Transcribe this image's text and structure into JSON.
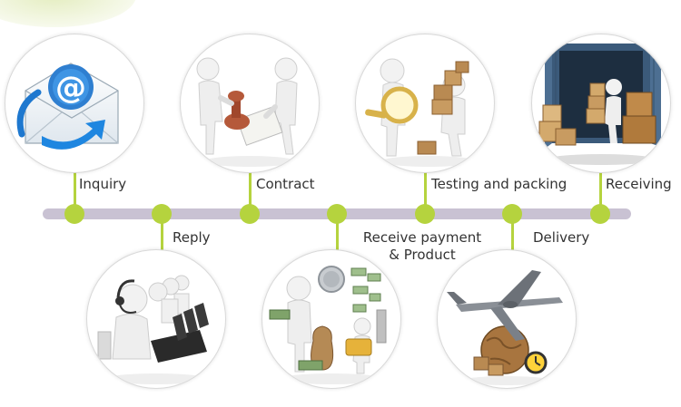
{
  "steps": [
    {
      "id": "inquiry",
      "label": "Inquiry",
      "icon": "email-icon"
    },
    {
      "id": "reply",
      "label": "Reply",
      "icon": "call-center-icon"
    },
    {
      "id": "contract",
      "label": "Contract",
      "icon": "contract-stamp-icon"
    },
    {
      "id": "payment",
      "label_line1": "Receive payment",
      "label_line2": "& Product",
      "icon": "money-icon"
    },
    {
      "id": "testing",
      "label": "Testing and packing",
      "icon": "magnifier-packing-icon"
    },
    {
      "id": "delivery",
      "label": "Delivery",
      "icon": "airplane-globe-icon"
    },
    {
      "id": "receiving",
      "label": "Receiving",
      "icon": "container-boxes-icon"
    }
  ],
  "colors": {
    "accent": "#b5d33e",
    "track": "#c9c2d3",
    "text": "#333333"
  }
}
